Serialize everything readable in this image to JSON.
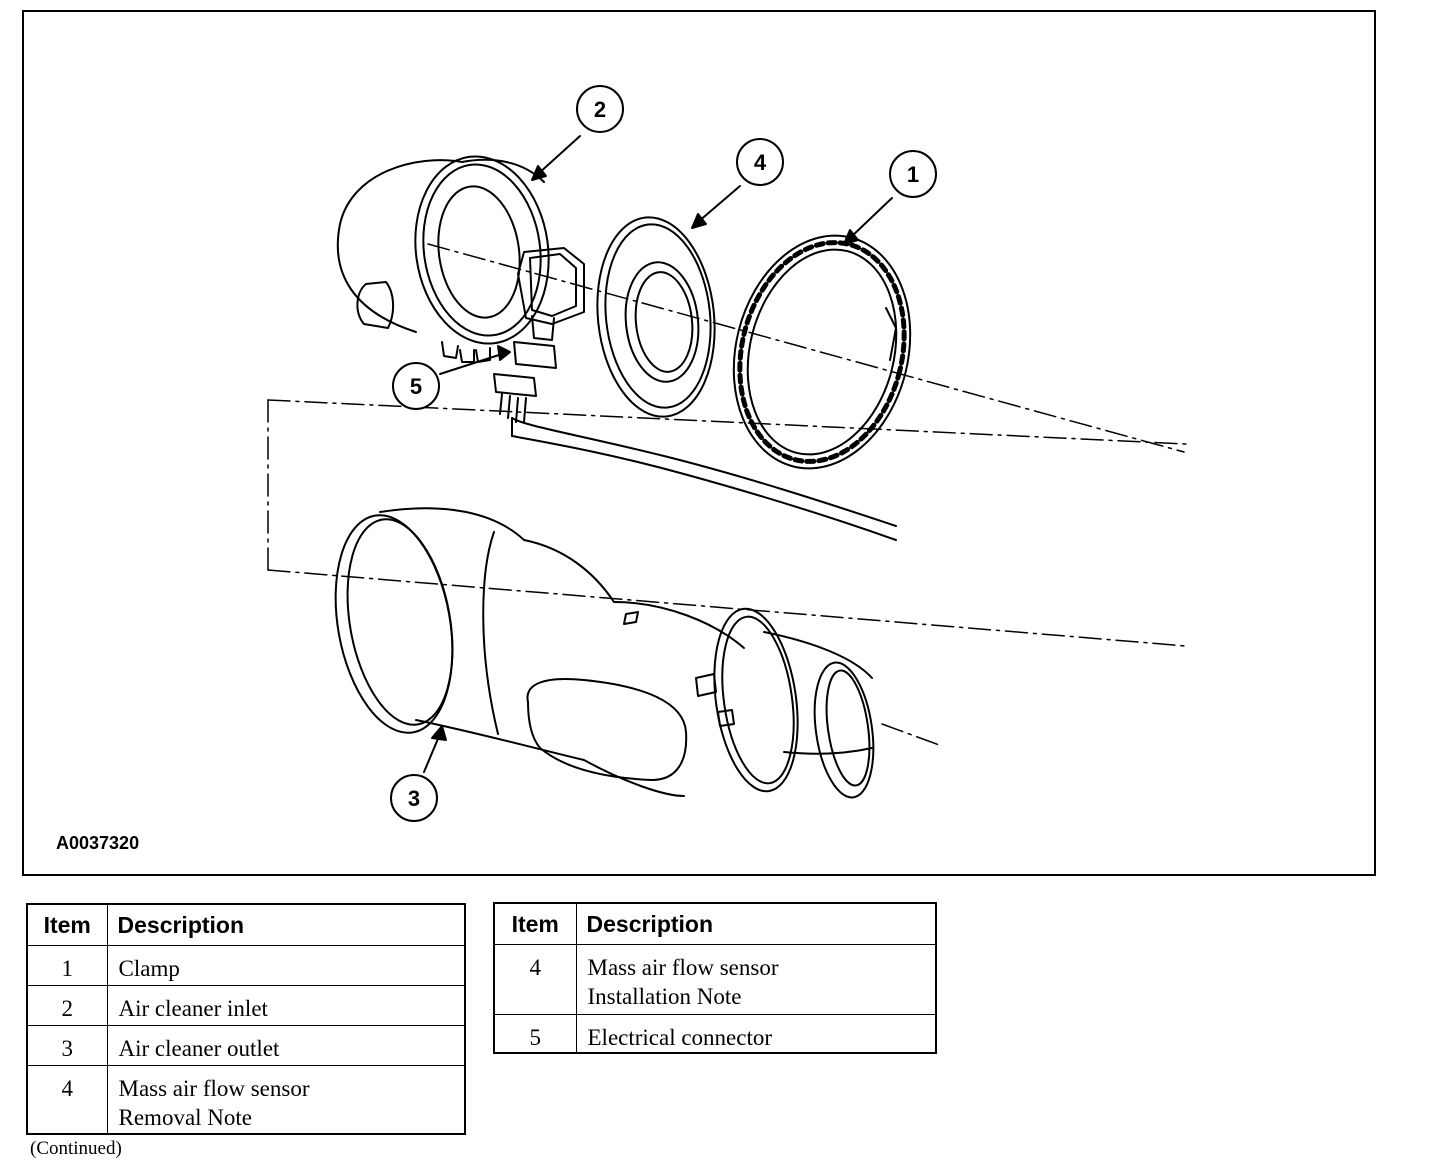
{
  "figure": {
    "figure_id": "A0037320",
    "callouts": [
      {
        "number": "1"
      },
      {
        "number": "2"
      },
      {
        "number": "3"
      },
      {
        "number": "4"
      },
      {
        "number": "5"
      }
    ]
  },
  "tables": [
    {
      "headers": {
        "item": "Item",
        "description": "Description"
      },
      "rows": [
        {
          "item": "1",
          "description": [
            "Clamp"
          ]
        },
        {
          "item": "2",
          "description": [
            "Air cleaner inlet"
          ]
        },
        {
          "item": "3",
          "description": [
            "Air cleaner outlet"
          ]
        },
        {
          "item": "4",
          "description": [
            "Mass air flow sensor",
            "Removal Note"
          ]
        }
      ]
    },
    {
      "headers": {
        "item": "Item",
        "description": "Description"
      },
      "rows": [
        {
          "item": "4",
          "description": [
            "Mass air flow sensor",
            "Installation Note"
          ]
        },
        {
          "item": "5",
          "description": [
            "Electrical connector"
          ]
        }
      ]
    }
  ],
  "footer": {
    "continued": "(Continued)"
  }
}
